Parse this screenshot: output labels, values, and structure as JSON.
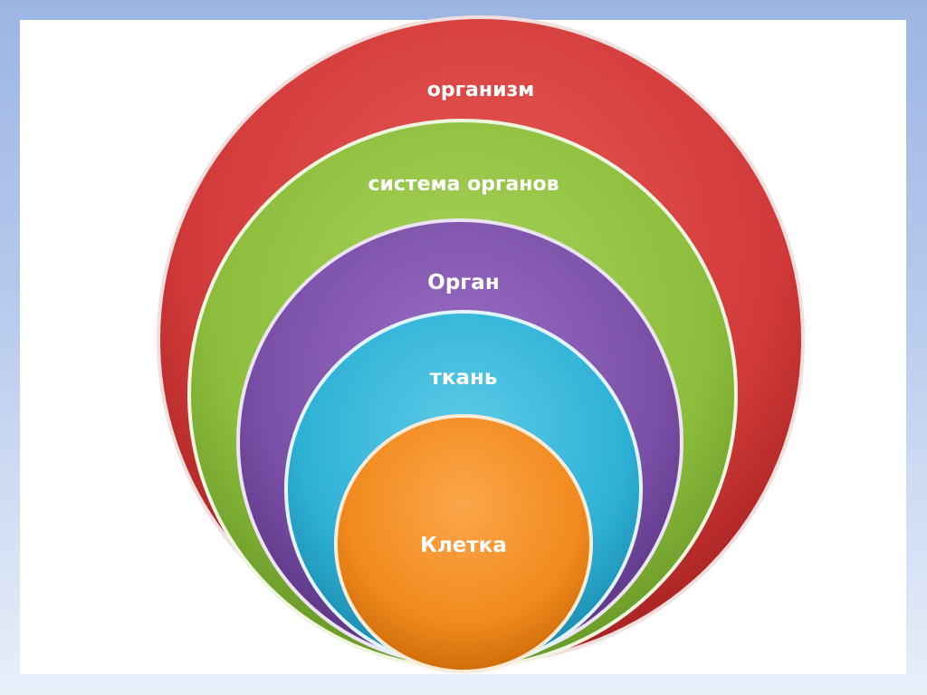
{
  "levels": [
    {
      "label": "организм",
      "color": "#d13a3a"
    },
    {
      "label": "система органов",
      "color": "#8cbd3c"
    },
    {
      "label": "Орган",
      "color": "#7a4fa6"
    },
    {
      "label": "ткань",
      "color": "#2fb1d6"
    },
    {
      "label": "Клетка",
      "color": "#f28a1e"
    }
  ]
}
